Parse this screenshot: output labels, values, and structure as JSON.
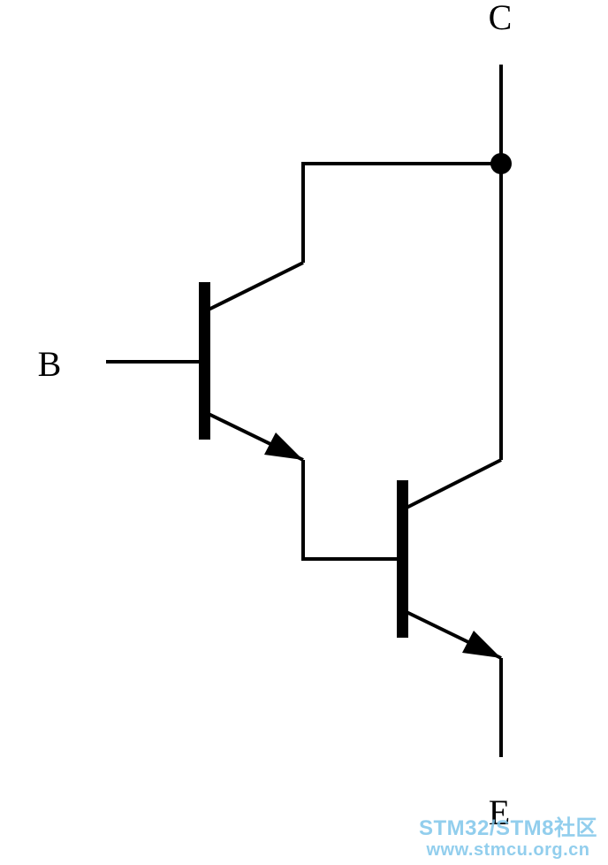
{
  "labels": {
    "collector": "C",
    "base": "B",
    "emitter": "E"
  },
  "watermark": {
    "title": "STM32/STM8社区",
    "url": "www.stmcu.org.cn"
  },
  "colors": {
    "wire": "#000000",
    "watermark": "#7fc6ea"
  }
}
